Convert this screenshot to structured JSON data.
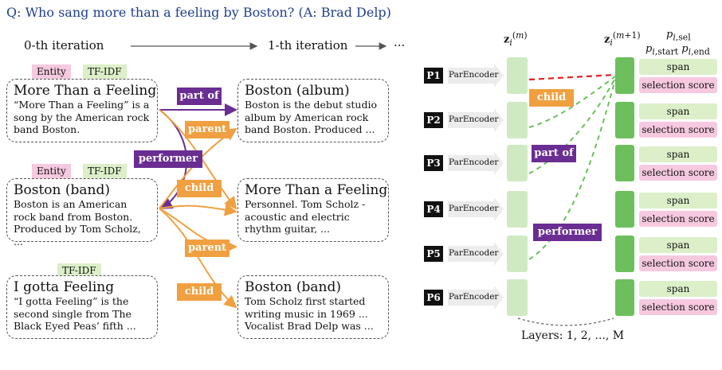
{
  "question": "Q: Who sang more than a feeling by Boston? (A: Brad Delp)",
  "iterations": {
    "iter0": "0-th iteration",
    "iter1": "1-th iteration",
    "ellipsis": "···"
  },
  "tags": {
    "entity": "Entity",
    "tfidf": "TF-IDF"
  },
  "cards": [
    {
      "title": "More Than a Feeling",
      "body": "“More Than a Feeling” is a song by the American rock band Boston."
    },
    {
      "title": "Boston (band)",
      "body": "Boston is an American rock band from Boston. Produced by Tom Scholz, ..."
    },
    {
      "title": "I gotta Feeling",
      "body": "“I gotta Feeling” is the second single from The Black Eyed Peas’ fifth ..."
    },
    {
      "title": "Boston (album)",
      "body": "Boston is the debut studio album by American rock band Boston. Produced ..."
    },
    {
      "title": "More Than a Feeling",
      "body": "Personnel. Tom Scholz - acoustic and electric rhythm guitar, ..."
    },
    {
      "title": "Boston (band)",
      "body": "Tom Scholz first started writing music in 1969 ... Vocalist Brad Delp was ..."
    }
  ],
  "edge_labels": {
    "part_of": "part of",
    "parent": "parent",
    "performer": "performer",
    "child": "child"
  },
  "right": {
    "passages": [
      "P1",
      "P2",
      "P3",
      "P4",
      "P5",
      "P6"
    ],
    "encoder": "ParEncoder",
    "span": "span",
    "selection": "selection score",
    "layers": "Layers: 1, 2, ..., M"
  },
  "colors": {
    "orange": "#f0a040",
    "purple": "#6a2d92",
    "red_dashed": "#e02020",
    "green_dashed": "#6cbf5c"
  }
}
